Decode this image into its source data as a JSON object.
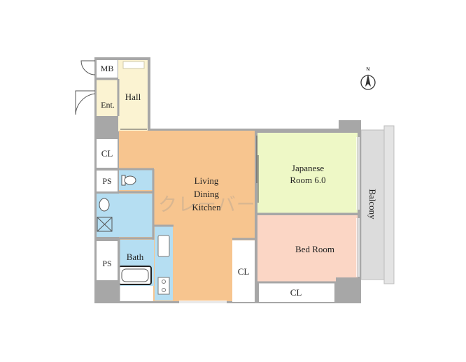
{
  "rooms": {
    "mb": "MB",
    "entrance": "Ent.",
    "hall": "Hall",
    "closet_entry": "CL",
    "ps_upper": "PS",
    "ps_lower": "PS",
    "bath": "Bath",
    "ldk": "Living\nDining\nKitchen",
    "japanese_room": "Japanese\nRoom  6.0",
    "bedroom": "Bed Room",
    "closet_center": "CL",
    "closet_bedroom": "CL",
    "balcony": "Balcony"
  },
  "watermark": "クレーバー",
  "compass": {
    "label": "N",
    "icon": "north-arrow-icon"
  },
  "colors": {
    "wall": "#a7a7a7",
    "ldk": "#f7c58f",
    "hall": "#fbf3d2",
    "japanese_room": "#eef8c6",
    "bedroom": "#fbd6c5",
    "wet_area": "#b5def2",
    "balcony": "#dcdcdc",
    "closet": "#ffffff"
  }
}
